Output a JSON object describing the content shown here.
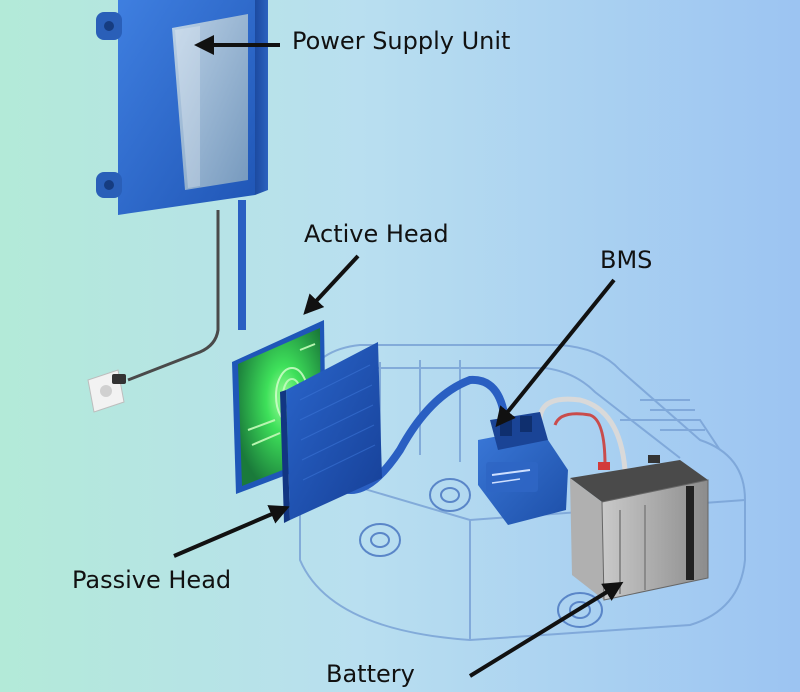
{
  "labels": {
    "power_supply_unit": "Power Supply Unit",
    "active_head": "Active Head",
    "bms": "BMS",
    "passive_head": "Passive Head",
    "battery": "Battery"
  },
  "colors": {
    "background_left": "#b3ead8",
    "background_right": "#9cc4f2",
    "psu_blue": "#2c68c8",
    "head_blue": "#1f56b8",
    "pcb_glow": "#3ee05a",
    "battery_gray": "#9a9a9a",
    "arrow": "#111111"
  }
}
